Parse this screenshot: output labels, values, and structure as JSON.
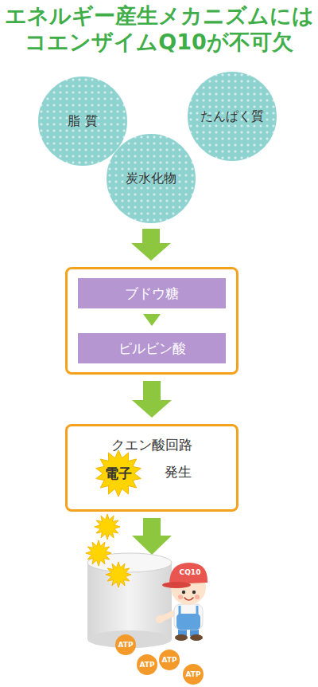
{
  "diagram": {
    "title": "エネルギー産生メカニズムには コエンザイムQ10が不可欠",
    "nodes": [
      {
        "text": [
          "脂 質"
        ]
      },
      {
        "text": [
          "たんぱく質"
        ]
      },
      {
        "text": [
          "炭水化物"
        ]
      },
      {
        "text": []
      },
      {
        "text": [
          "ブドウ糖"
        ],
        "in": 3
      },
      {
        "text": [
          "ピルビン酸"
        ],
        "in": 3
      },
      {
        "text": [
          "クエン酸回路",
          "発生"
        ]
      },
      {
        "text": [
          "電子"
        ],
        "in": 6
      },
      {
        "text": [
          "ATP"
        ]
      },
      {
        "text": [
          "ATP"
        ]
      },
      {
        "text": [
          "ATP"
        ]
      },
      {
        "text": [
          "ATP"
        ]
      }
    ],
    "edges": [
      {
        "from": 2,
        "to": 3,
        "arrow": "to"
      },
      {
        "from": 4,
        "to": 5,
        "arrow": "to"
      },
      {
        "from": 3,
        "to": 6,
        "arrow": "to"
      }
    ],
    "labels": [
      "CQ10"
    ]
  }
}
